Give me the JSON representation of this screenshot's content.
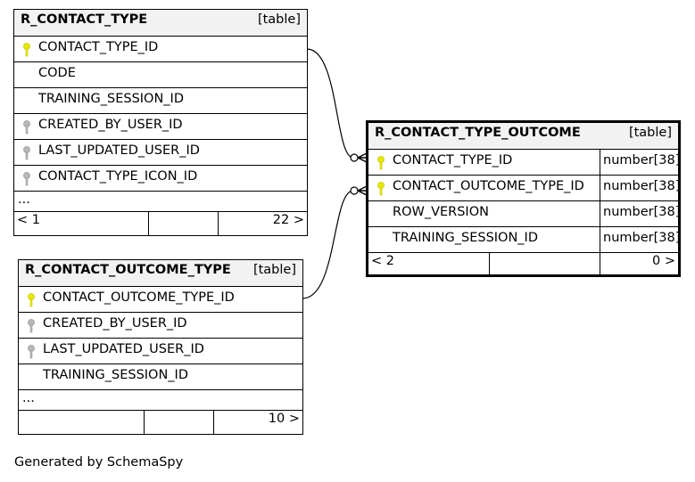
{
  "tables": {
    "contact_type": {
      "name": "R_CONTACT_TYPE",
      "kind": "[table]",
      "columns": [
        "CONTACT_TYPE_ID",
        "CODE",
        "TRAINING_SESSION_ID",
        "CREATED_BY_USER_ID",
        "LAST_UPDATED_USER_ID",
        "CONTACT_TYPE_ICON_ID"
      ],
      "more": "...",
      "parents": "< 1",
      "children": "22 >"
    },
    "contact_outcome_type": {
      "name": "R_CONTACT_OUTCOME_TYPE",
      "kind": "[table]",
      "columns": [
        "CONTACT_OUTCOME_TYPE_ID",
        "CREATED_BY_USER_ID",
        "LAST_UPDATED_USER_ID",
        "TRAINING_SESSION_ID"
      ],
      "more": "...",
      "children": "10 >"
    },
    "contact_type_outcome": {
      "name": "R_CONTACT_TYPE_OUTCOME",
      "kind": "[table]",
      "columns": [
        "CONTACT_TYPE_ID",
        "CONTACT_OUTCOME_TYPE_ID",
        "ROW_VERSION",
        "TRAINING_SESSION_ID"
      ],
      "types": [
        "number[38]",
        "number[38]",
        "number[38]",
        "number[38]"
      ],
      "parents": "< 2",
      "children": "0 >"
    }
  },
  "colors": {
    "primary_key": "#e8e800",
    "foreign_key": "#b8b8b8",
    "header_bg": "#f2f2f2"
  },
  "footer": "Generated by SchemaSpy"
}
